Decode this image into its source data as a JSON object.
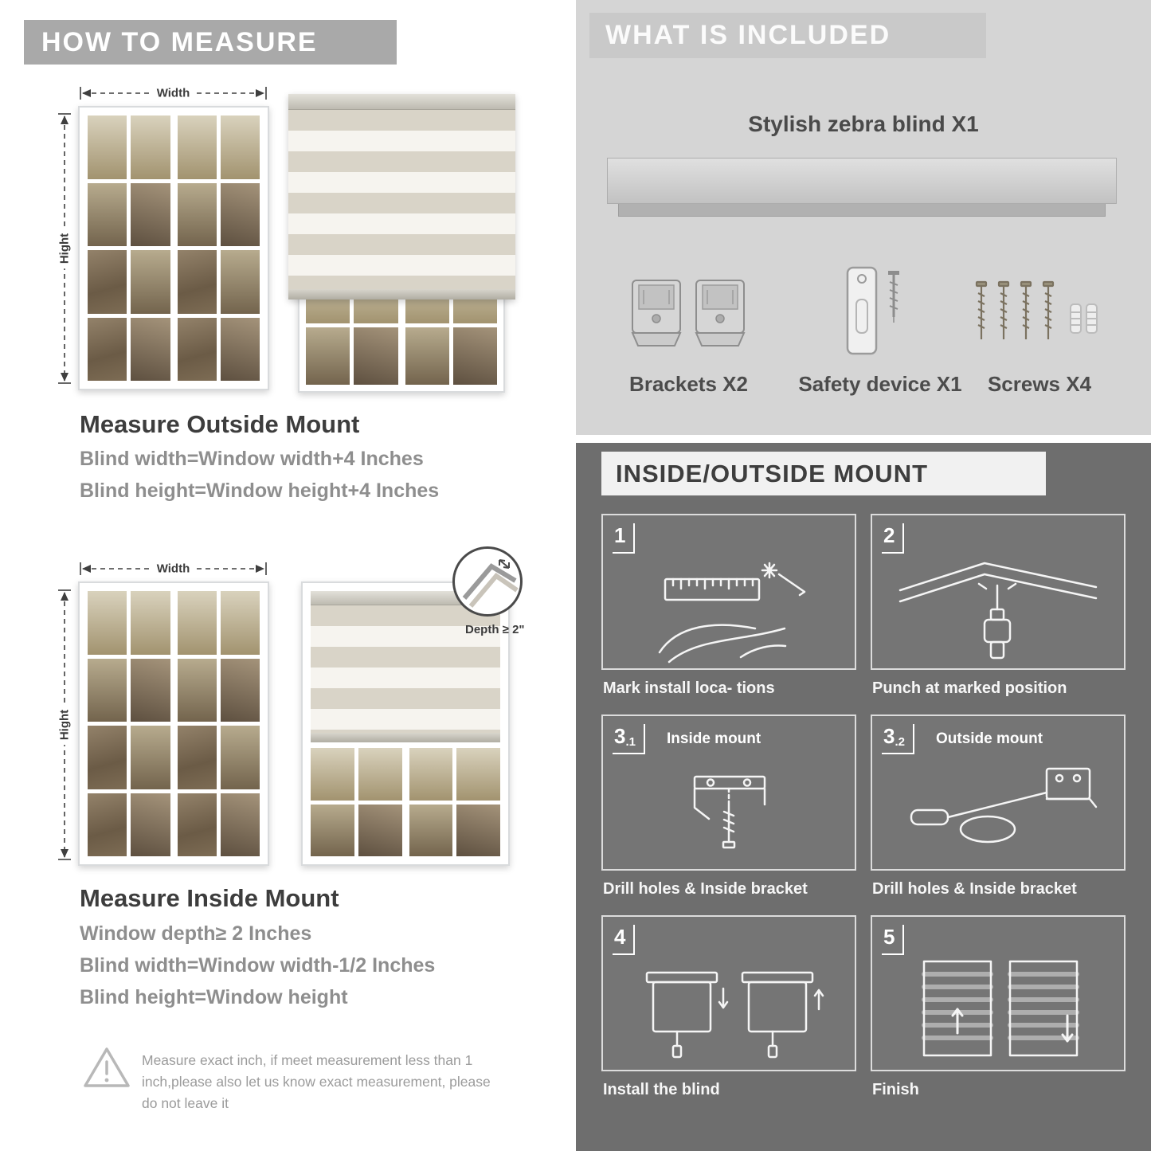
{
  "how_to_measure": {
    "header": "HOW TO MEASURE",
    "outside": {
      "width_label": "Width",
      "height_label": "Hight",
      "title": "Measure Outside Mount",
      "formulas": [
        "Blind width=Window width+4 Inches",
        "Blind height=Window height+4 Inches"
      ]
    },
    "inside": {
      "width_label": "Width",
      "height_label": "Hight",
      "depth_callout": "Depth ≥ 2\"",
      "title": "Measure Inside Mount",
      "formulas": [
        "Window depth≥ 2 Inches",
        "Blind width=Window width-1/2 Inches",
        "Blind height=Window height"
      ]
    },
    "warning_note": "Measure exact inch, if meet measurement less than 1 inch,please also let us know exact measurement, please do not leave it"
  },
  "included": {
    "header": "WHAT IS INCLUDED",
    "product_label": "Stylish zebra blind X1",
    "items": [
      {
        "name": "brackets",
        "label": "Brackets X2"
      },
      {
        "name": "safety-device",
        "label": "Safety device X1"
      },
      {
        "name": "screws",
        "label": "Screws X4"
      }
    ]
  },
  "mount_guide": {
    "header": "INSIDE/OUTSIDE MOUNT",
    "steps": [
      {
        "num": "1",
        "sub": "",
        "inline_label": "",
        "caption": "Mark install loca- tions"
      },
      {
        "num": "2",
        "sub": "",
        "inline_label": "",
        "caption": "Punch at  marked position"
      },
      {
        "num": "3",
        "sub": ".1",
        "inline_label": "Inside mount",
        "caption": "Drill holes &  Inside bracket"
      },
      {
        "num": "3",
        "sub": ".2",
        "inline_label": "Outside mount",
        "caption": "Drill holes &  Inside bracket"
      },
      {
        "num": "4",
        "sub": "",
        "inline_label": "",
        "caption": "Install the blind"
      },
      {
        "num": "5",
        "sub": "",
        "inline_label": "",
        "caption": "Finish"
      }
    ]
  },
  "colors": {
    "banner_gray": "#a9a9a9",
    "included_bg": "#d5d5d5",
    "dark_bg": "#6e6e6e",
    "heading_dark": "#3d3d3d",
    "formula_gray": "#8e8e8e"
  }
}
